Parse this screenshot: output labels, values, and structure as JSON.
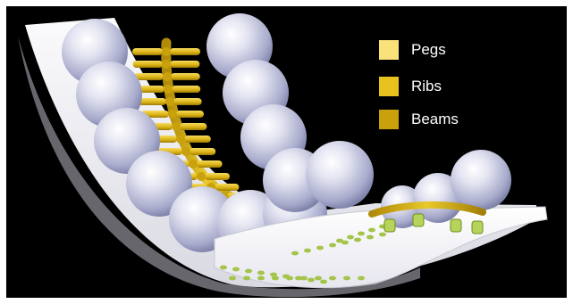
{
  "legend": {
    "items": [
      {
        "id": "pegs",
        "label": "Pegs",
        "color": "#f9e27a"
      },
      {
        "id": "ribs",
        "label": "Ribs",
        "color": "#e7c21c"
      },
      {
        "id": "beams",
        "label": "Beams",
        "color": "#c9a10c"
      }
    ]
  },
  "colors": {
    "background": "#000000",
    "frame": "#ffffff",
    "sheet": "#f1f1f4",
    "sheet_edge": "#c6c6ce",
    "sphere": "#c9cbe0",
    "peg_dots": "#a4c44a"
  }
}
